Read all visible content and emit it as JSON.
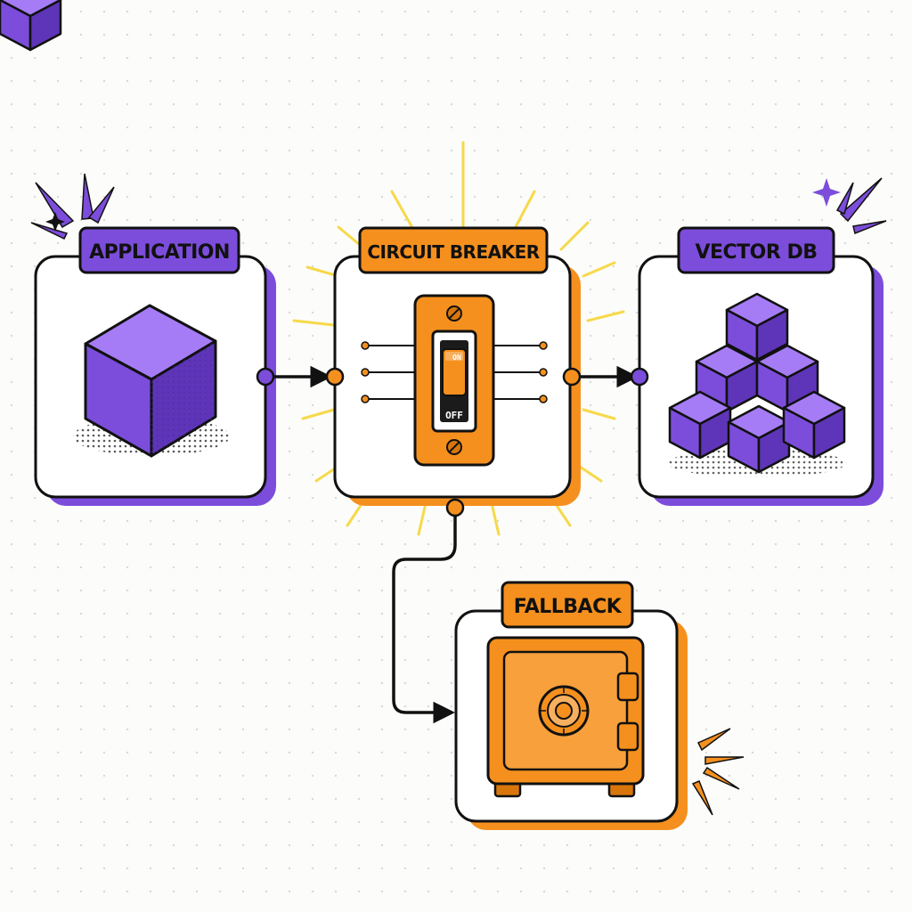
{
  "colors": {
    "purple": "#7c4ddb",
    "purple_light": "#9b6ff0",
    "purple_dark": "#5e35b8",
    "orange": "#f5901e",
    "orange_dark": "#d8760c",
    "burst": "#f7d94a",
    "ink": "#111111",
    "card": "#ffffff"
  },
  "nodes": {
    "application": {
      "label": "APPLICATION",
      "icon": "cube-icon"
    },
    "circuit_breaker": {
      "label": "CIRCUIT BREAKER",
      "icon": "breaker-switch-icon",
      "switch_on": "ON",
      "switch_off": "OFF"
    },
    "vector_db": {
      "label": "VECTOR DB",
      "icon": "stacked-cubes-icon"
    },
    "fallback": {
      "label": "FALLBACK",
      "icon": "safe-icon"
    }
  },
  "edges": [
    {
      "from": "application",
      "to": "circuit_breaker"
    },
    {
      "from": "circuit_breaker",
      "to": "vector_db"
    },
    {
      "from": "circuit_breaker",
      "to": "fallback"
    }
  ]
}
